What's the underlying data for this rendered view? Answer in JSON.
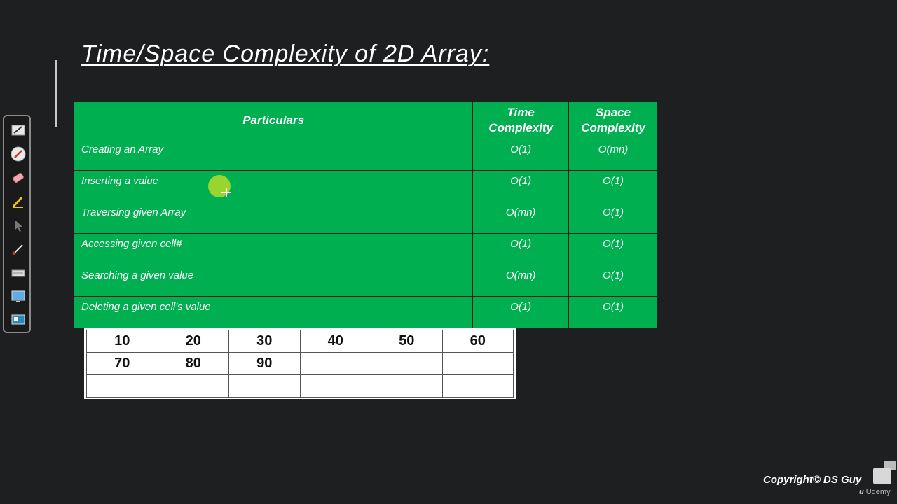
{
  "slide": {
    "title": "Time/Space Complexity of 2D Array:",
    "copyright": "Copyright© DS Guy",
    "brand": "Udemy",
    "brand_mark": "u"
  },
  "toolbar": {
    "tools": [
      "highlighter-icon",
      "pen-icon",
      "eraser-icon",
      "marker-icon",
      "pointer-icon",
      "brush-icon",
      "keyboard-icon",
      "screen-icon",
      "monitor-icon"
    ]
  },
  "complexity_table": {
    "headers": {
      "particulars": "Particulars",
      "time_line1": "Time",
      "time_line2": "Complexity",
      "space_line1": "Space",
      "space_line2": "Complexity"
    },
    "rows": [
      {
        "particular": "Creating an Array",
        "time": "O(1)",
        "space": "O(mn)"
      },
      {
        "particular": "Inserting a value",
        "time": "O(1)",
        "space": "O(1)"
      },
      {
        "particular": "Traversing given Array",
        "time": "O(mn)",
        "space": "O(1)"
      },
      {
        "particular": "Accessing given cell#",
        "time": "O(1)",
        "space": "O(1)"
      },
      {
        "particular": "Searching a given value",
        "time": "O(mn)",
        "space": "O(1)"
      },
      {
        "particular": "Deleting a given cell's value",
        "time": "O(1)",
        "space": "O(1)"
      }
    ]
  },
  "array_grid": {
    "rows": [
      [
        "10",
        "20",
        "30",
        "40",
        "50",
        "60"
      ],
      [
        "70",
        "80",
        "90",
        "",
        "",
        ""
      ],
      [
        "",
        "",
        "",
        "",
        "",
        ""
      ]
    ]
  },
  "colors": {
    "background": "#1d1f21",
    "table_green": "#00b050",
    "cursor_highlight": "#b4dc28"
  }
}
